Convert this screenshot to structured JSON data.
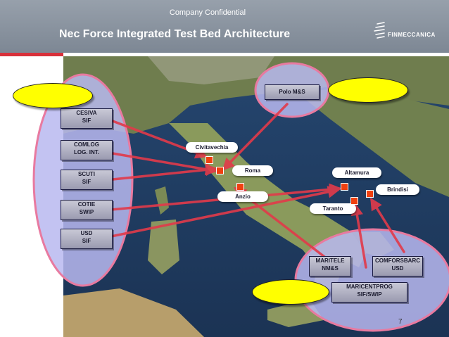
{
  "header": {
    "confidential": "Company Confidential",
    "title": "Nec Force Integrated Test Bed Architecture",
    "logo_text": "FINMECCANICA"
  },
  "left_group": {
    "boxes": [
      {
        "label": "CESIVA\nSIF"
      },
      {
        "label": "COMLOG\nLOG. INT."
      },
      {
        "label": "SCUTI\nSIF"
      },
      {
        "label": "COTIE\nSWIP"
      },
      {
        "label": "USD\nSIF"
      }
    ]
  },
  "top_group": {
    "box": "Polo M&S"
  },
  "bottom_group": {
    "boxes": [
      {
        "label": "MARITELE\nNM&S"
      },
      {
        "label": "COMFORSBARC\nUSD"
      },
      {
        "label": "MARICENTPROG\nSIF/SWIP"
      }
    ]
  },
  "locations": [
    {
      "label": "Civitavechia"
    },
    {
      "label": "Roma"
    },
    {
      "label": "Anzio"
    },
    {
      "label": "Altamura"
    },
    {
      "label": "Brindisi"
    },
    {
      "label": "Taranto"
    }
  ],
  "page_number": "7",
  "colors": {
    "header_bg": "#8a939e",
    "accent_red": "#d8303a",
    "group_fill": "#b8b8f0",
    "callout": "#ffff00",
    "marker": "#f04010",
    "arrow": "#e23a4a"
  }
}
